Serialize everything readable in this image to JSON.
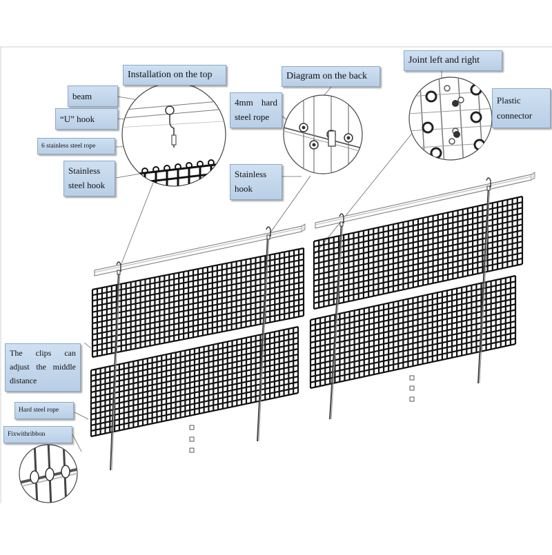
{
  "labels": {
    "install_top": "Installation on the top",
    "diagram_back": "Diagram on the back",
    "joint": "Joint left and right",
    "beam": "beam",
    "u_hook": "“U” hook",
    "rope6": "6 stainless steel rope",
    "ss_hook_1": "Stainless",
    "ss_hook_2": "steel hook",
    "hard_rope_1": "4mm hard",
    "hard_rope_2": "steel rope",
    "s_hook_1": "Stainless",
    "s_hook_2": "hook",
    "plastic_1": "Plastic",
    "plastic_2": "connector",
    "clips_1": "The clips can",
    "clips_2": "adjust the middle",
    "clips_3": "distance",
    "hard_steel_rope": "Hard steel rope",
    "ribbon": "Fixwithribbon"
  },
  "colors": {
    "callout_fill": "#c4d7ec",
    "callout_border": "#8aa8c8",
    "mesh": "#111111",
    "leader": "#555555"
  }
}
